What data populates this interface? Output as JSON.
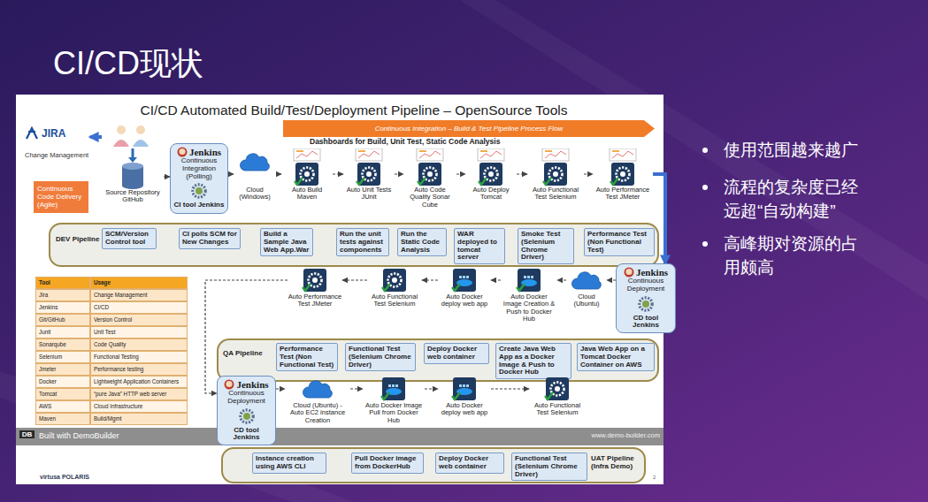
{
  "diagram": {
    "title": "CI/CD现状",
    "nodes": [
      {
        "text": [
          "Continuous Integration – Build & Test Pipeline Process Flow"
        ]
      },
      {
        "text": [
          "JIRA",
          "Change Management"
        ]
      },
      {
        "text": [
          "Source Repository GitHub"
        ]
      },
      {
        "text": [
          "Continuous Code Delivery (Agile)"
        ]
      },
      {
        "text": [
          "Jenkins",
          "Continuous Integration (Polling)",
          "CI tool Jenkins"
        ]
      },
      {
        "text": [
          "Cloud (Windows)"
        ]
      },
      {
        "text": [
          "Auto Build Maven"
        ]
      },
      {
        "text": [
          "Auto Unit Tests JUnit"
        ]
      },
      {
        "text": [
          "Auto Code Quality Sonar Cube"
        ]
      },
      {
        "text": [
          "Auto Deploy Tomcat"
        ]
      },
      {
        "text": [
          "Auto Functional Test Selenium"
        ]
      },
      {
        "text": [
          "Auto Performance Test JMeter"
        ]
      },
      {
        "text": [
          "DEV Pipeline"
        ]
      },
      {
        "text": [
          "SCM/Version Control tool"
        ],
        "in": 12
      },
      {
        "text": [
          "CI polls SCM for New Changes"
        ],
        "in": 12
      },
      {
        "text": [
          "Build a Sample Java Web App.War"
        ],
        "in": 12
      },
      {
        "text": [
          "Run the unit tests against components"
        ],
        "in": 12
      },
      {
        "text": [
          "Run the Static Code Analysis"
        ],
        "in": 12
      },
      {
        "text": [
          "WAR deployed to tomcat server"
        ],
        "in": 12
      },
      {
        "text": [
          "Smoke Test (Selenium Chrome Driver)"
        ],
        "in": 12
      },
      {
        "text": [
          "Performance Test (Non Functional Test)"
        ],
        "in": 12
      },
      {
        "text": [
          "Jenkins",
          "Continuous Deployment",
          "CD tool Jenkins"
        ]
      },
      {
        "text": [
          "Cloud (Ubuntu)"
        ]
      },
      {
        "text": [
          "Auto Docker Image Creation & Push to Docker Hub"
        ]
      },
      {
        "text": [
          "Auto Docker deploy web app"
        ]
      },
      {
        "text": [
          "Auto Functional Test Selenium"
        ]
      },
      {
        "text": [
          "Auto Performance Test JMeter"
        ]
      },
      {
        "text": [
          "QA Pipeline"
        ]
      },
      {
        "text": [
          "Performance Test (Non Functional Test)"
        ],
        "in": 27
      },
      {
        "text": [
          "Functional Test (Selenium Chrome Driver)"
        ],
        "in": 27
      },
      {
        "text": [
          "Deploy Docker web container"
        ],
        "in": 27
      },
      {
        "text": [
          "Create Java Web App as a Docker Image & Push to Docker Hub"
        ],
        "in": 27
      },
      {
        "text": [
          "Java Web App on a Tomcat Docker Container on AWS"
        ],
        "in": 27
      },
      {
        "text": [
          "Jenkins",
          "Continuous Deployment",
          "CD tool Jenkins"
        ]
      },
      {
        "text": [
          "Cloud (Ubuntu) -",
          "Auto EC2 instance Creation"
        ]
      },
      {
        "text": [
          "Auto Docker Image Pull from Docker Hub"
        ]
      },
      {
        "text": [
          "Auto Docker deploy web app"
        ]
      },
      {
        "text": [
          "Auto Functional Test Selenium"
        ]
      },
      {
        "text": [
          "UAT Pipeline (Infra Demo)"
        ]
      },
      {
        "text": [
          "Instance creation using AWS CLI"
        ],
        "in": 38
      },
      {
        "text": [
          "Pull Docker image from DockerHub"
        ],
        "in": 38
      },
      {
        "text": [
          "Deploy Docker web container"
        ],
        "in": 38
      },
      {
        "text": [
          "Functional Test (Selenium Chrome Driver)"
        ],
        "in": 38
      }
    ],
    "edges": [
      {
        "from": 2,
        "to": 1,
        "arrow": "to"
      },
      {
        "from": 2,
        "to": 4,
        "arrow": "to"
      },
      {
        "from": 4,
        "to": 5,
        "arrow": "to"
      },
      {
        "from": 5,
        "to": 6,
        "arrow": "to"
      },
      {
        "from": 6,
        "to": 7,
        "arrow": "to"
      },
      {
        "from": 7,
        "to": 8,
        "arrow": "to"
      },
      {
        "from": 8,
        "to": 9,
        "arrow": "to"
      },
      {
        "from": 9,
        "to": 10,
        "arrow": "to"
      },
      {
        "from": 10,
        "to": 11,
        "arrow": "to"
      },
      {
        "from": 11,
        "to": 21,
        "arrow": "to"
      },
      {
        "from": 21,
        "to": 22,
        "arrow": "to"
      },
      {
        "from": 22,
        "to": 23,
        "arrow": "to"
      },
      {
        "from": 23,
        "to": 24,
        "arrow": "to"
      },
      {
        "from": 24,
        "to": 25,
        "arrow": "to"
      },
      {
        "from": 25,
        "to": 26,
        "arrow": "to"
      },
      {
        "from": 26,
        "to": 33,
        "arrow": "to"
      },
      {
        "from": 33,
        "to": 34,
        "arrow": "to"
      },
      {
        "from": 34,
        "to": 35,
        "arrow": "to"
      },
      {
        "from": 35,
        "to": 36,
        "arrow": "to"
      },
      {
        "from": 36,
        "to": 37,
        "arrow": "to"
      }
    ],
    "labels": [
      "CI/CD Automated Build/Test/Deployment Pipeline – OpenSource Tools",
      "Dashboards for Build, Unit Test, Static Code Analysis",
      "Tool",
      "Usage",
      "Jira",
      "Change Management",
      "Jenkins",
      "CI/CD",
      "Git/GitHub",
      "Version Control",
      "Junit",
      "Unit Test",
      "Sonarqube",
      "Code Quality",
      "Selenium",
      "Functional Testing",
      "Jmeter",
      "Performance testing",
      "Docker",
      "Lightweight Application Containers",
      "Tomcat",
      "“pure Java” HTTP web server",
      "AWS",
      "Cloud Infrastructure",
      "Maven",
      "Build/Mgmt",
      "DB",
      "Built with DemoBuilder",
      "www.demo-builder.com",
      "virtusa POLARIS",
      "2",
      "使用范围越来越广",
      "流程的复杂度已经远超“自动构建”",
      "高峰期对资源的占用颇高"
    ]
  }
}
